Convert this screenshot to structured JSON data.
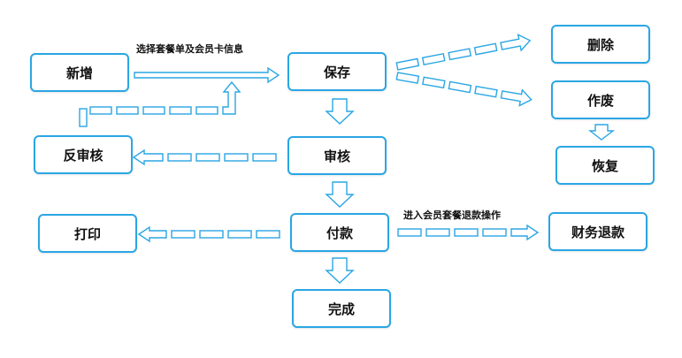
{
  "colors": {
    "border": "#2aa6e4",
    "arrow": "#2aa6e4",
    "text": "#111111"
  },
  "nodes": {
    "xinzeng": "新增",
    "baocun": "保存",
    "shanchu": "删除",
    "zuofei": "作废",
    "huifu": "恢复",
    "fanshenhe": "反审核",
    "shenhe": "审核",
    "dayin": "打印",
    "fukuan": "付款",
    "caiwutuikuan": "财务退款",
    "wancheng": "完成"
  },
  "edge_labels": {
    "select_package": "选择套餐单及会员卡信息",
    "enter_refund": "进入会员套餐退款操作"
  }
}
